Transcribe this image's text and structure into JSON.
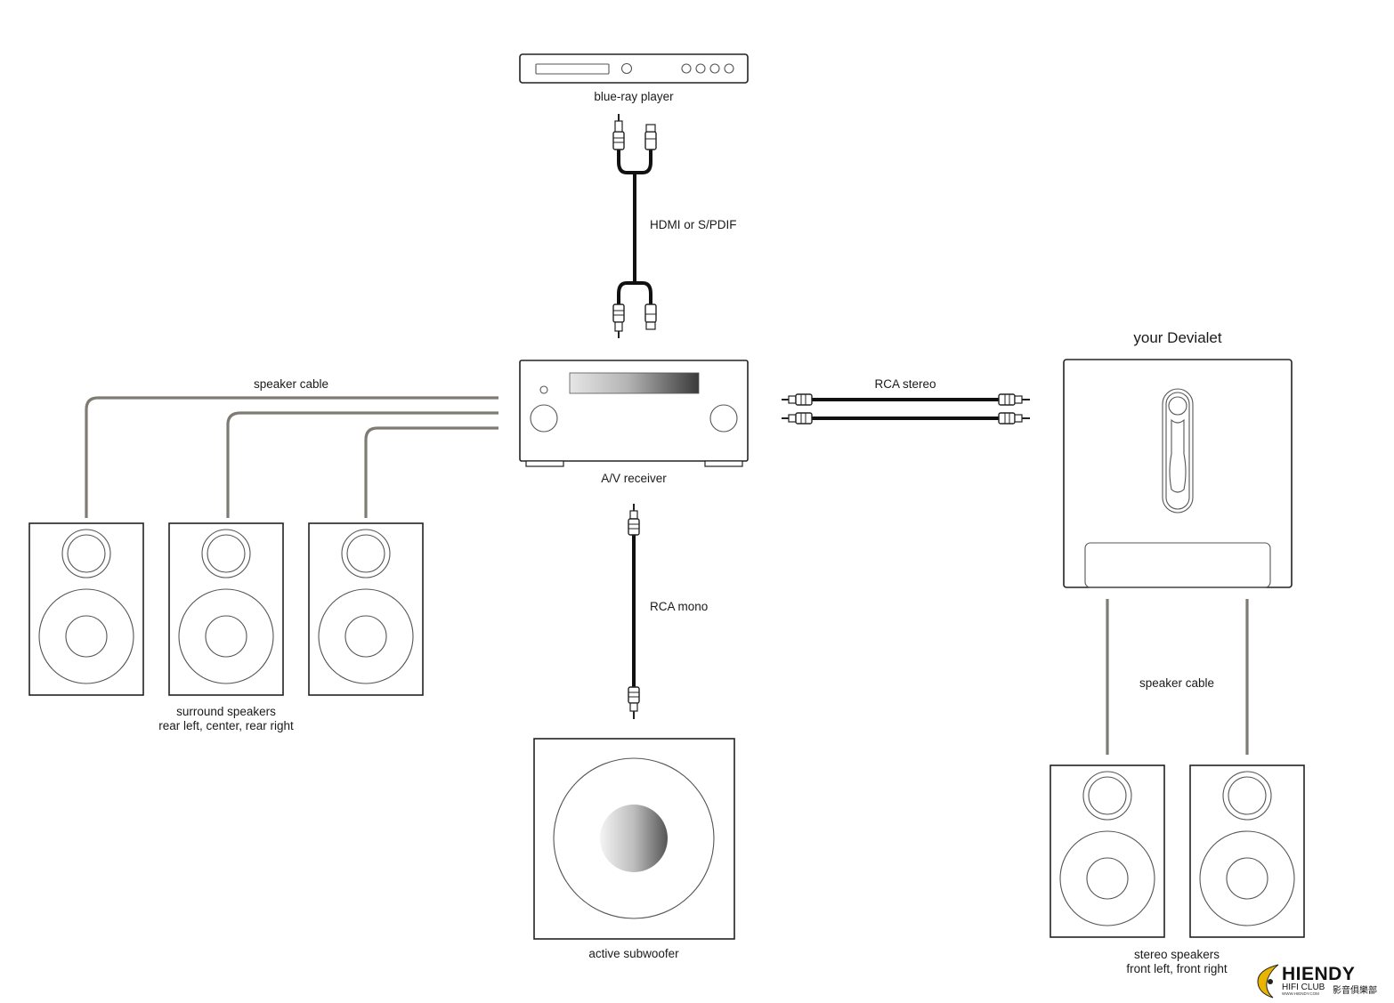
{
  "diagram": {
    "title": "your Devialet",
    "labels": {
      "bluray": "blue-ray player",
      "hdmi": "HDMI or S/PDIF",
      "receiver": "A/V receiver",
      "speaker_cable_left": "speaker cable",
      "rca_stereo": "RCA stereo",
      "rca_mono": "RCA mono",
      "surround_line1": "surround speakers",
      "surround_line2": "rear left, center, rear right",
      "subwoofer": "active subwoofer",
      "speaker_cable_right": "speaker cable",
      "stereo_line1": "stereo speakers",
      "stereo_line2": "front left, front right"
    },
    "logo": {
      "main": "HIENDY",
      "sub": "HIFI CLUB",
      "cn": "影音俱樂部",
      "url": "WWW.HIENDY.COM"
    }
  }
}
